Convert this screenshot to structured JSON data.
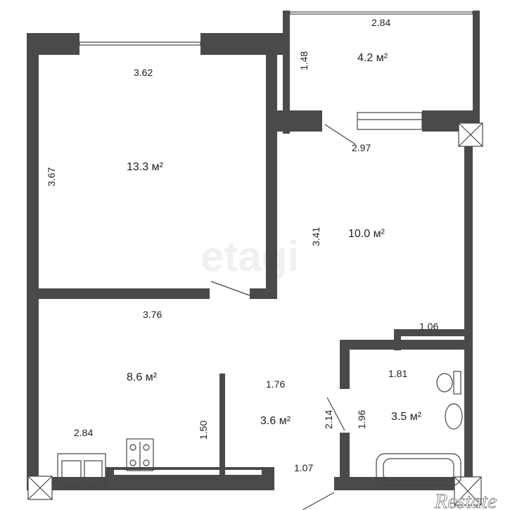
{
  "plan": {
    "rooms": [
      {
        "name": "room",
        "area": "13.3 м²",
        "dims": [
          "3.62",
          "3.67"
        ]
      },
      {
        "name": "balcony",
        "area": "4.2 м²",
        "dims": [
          "2.84",
          "1.48"
        ]
      },
      {
        "name": "hall",
        "area": "10.0 м²",
        "dims": [
          "2.97",
          "3.41"
        ]
      },
      {
        "name": "kitchen",
        "area": "8.6 м²",
        "dims": [
          "3.76",
          "2.84",
          "1.50"
        ]
      },
      {
        "name": "corridor",
        "area": "3.6 м²",
        "dims": [
          "1.76",
          "2.14",
          "1.07"
        ]
      },
      {
        "name": "bathroom",
        "area": "3.5 м²",
        "dims": [
          "1.81",
          "1.96"
        ]
      }
    ],
    "closet_dim": "1.06",
    "watermark": "etagi",
    "logo": "Restate",
    "colors": {
      "wall": "#4a4a4a",
      "background": "#ffffff"
    }
  }
}
